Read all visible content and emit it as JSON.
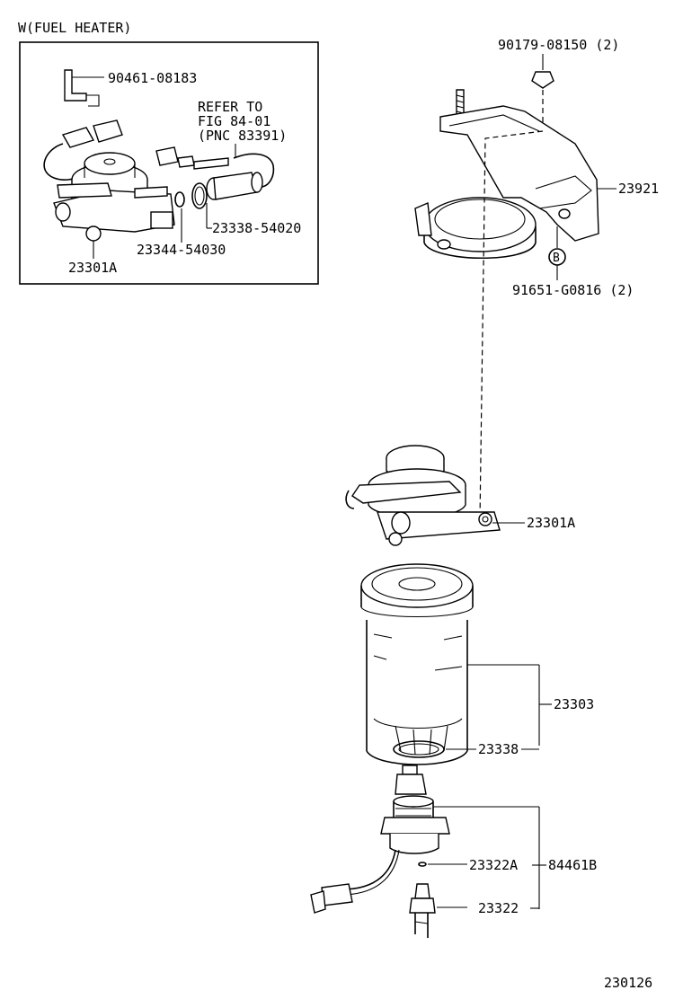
{
  "inset": {
    "title": "W(FUEL  HEATER)",
    "refer_line1": "REFER TO",
    "refer_line2": "FIG 84-01",
    "refer_line3": "(PNC 83391)",
    "labels": {
      "clip": "90461-08183",
      "oring": "23338-54020",
      "gasket": "23344-54030",
      "body": "23301A"
    }
  },
  "main": {
    "labels": {
      "nut": "90179-08150 (2)",
      "bracket": "23921",
      "callout_b": "B",
      "bolt": "91651-G0816 (2)",
      "body": "23301A",
      "element": "23303",
      "element_oring": "23338",
      "drain_oring": "23322A",
      "kit": "84461B",
      "switch": "23322"
    }
  },
  "figure_number": "230126"
}
